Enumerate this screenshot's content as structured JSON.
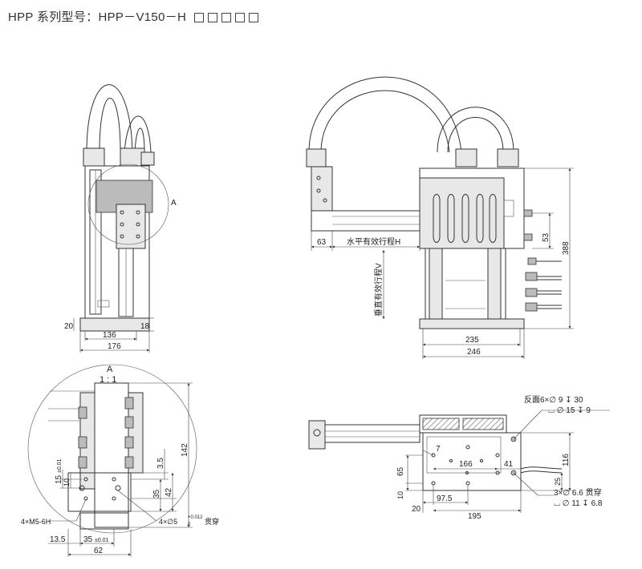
{
  "title": "HPP 系列型号：HPP－V150－H",
  "title_boxes": 5,
  "detail": {
    "callout": "A",
    "label_top": "A",
    "scale": "1 : 1"
  },
  "front_view": {
    "dim_bottom_width": "176",
    "dim_inner_width": "136",
    "dim_left_height": "20",
    "dim_right_height": "18"
  },
  "side_view": {
    "dim_left_offset": "63",
    "label_horizontal": "水平有效行程H",
    "label_vertical": "垂直有效行程V",
    "dim_right_small": "53",
    "dim_total_height": "388",
    "dim_base_inner": "235",
    "dim_base_outer": "246"
  },
  "detail_view": {
    "dim_height": "142",
    "dim_3_5": "3.5",
    "dim_35": "35",
    "dim_42": "42",
    "dim_15": "15",
    "tol_15": "±0.01",
    "dim_10": "10",
    "label_m5": "4×M5-6H",
    "label_pin": "4×∅5",
    "tol_pin_upper": "+0.012",
    "tol_pin_lower": "0",
    "label_through": "贯穿",
    "dim_13_5": "13.5",
    "dim_35b": "35",
    "tol_35b": "±0.01",
    "dim_62": "62"
  },
  "top_view": {
    "note1_line1": "反面6×∅ 9 ↧ 30",
    "note1_line2": "⌴ ∅ 15 ↧ 9",
    "dim_7": "7",
    "dim_166": "166",
    "dim_41": "41",
    "dim_65": "65",
    "dim_10": "10",
    "dim_116": "116",
    "dim_25": "25",
    "dim_20": "20",
    "dim_97_5": "97.5",
    "dim_195": "195",
    "note2_line1": "3×∅ 6.6 贯穿",
    "note2_line2": "⌴ ∅ 11 ↧ 6.8"
  }
}
